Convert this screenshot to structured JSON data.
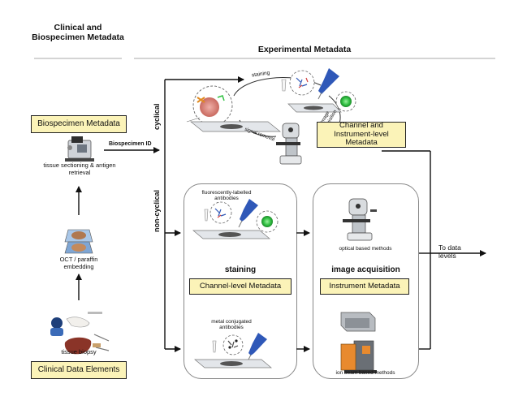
{
  "headers": {
    "clinical": "Clinical and Biospecimen Metadata",
    "experimental": "Experimental Metadata"
  },
  "left_column": {
    "biospecimen_metadata": "Biospecimen Metadata",
    "tissue_sectioning": "tissue sectioning & antigen retrieval",
    "oct_embedding": "OCT / paraffin embedding",
    "tissue_biopsy": "tissue biopsy",
    "clinical_data_elements": "Clinical Data Elements"
  },
  "arrows": {
    "biospecimen_id": "Biospecimen ID",
    "cyclical": "cyclical",
    "non_cyclical": "non-cyclical",
    "to_data_levels": "To data levels"
  },
  "cyclic": {
    "staining": "staining",
    "image_acquisition": "image acquisition",
    "signal_removal": "signal removal",
    "channel_instrument_metadata": "Channel and Instrument-level Metadata"
  },
  "staining_panel": {
    "fluorescent_antibodies": "fluorescently-labelled antibodies",
    "title": "staining",
    "channel_metadata": "Channel-level Metadata",
    "metal_antibodies": "metal conjugated antibodies"
  },
  "acquisition_panel": {
    "optical_methods": "optical based methods",
    "title": "image acquisition",
    "instrument_metadata": "Instrument Metadata",
    "ion_beam_methods": "ion beam based methods"
  },
  "colors": {
    "metadata_box_fill": "#fbf3b8",
    "tissue_pink": "#d98080",
    "fluor_green": "#34c245",
    "microscope_gray": "#9a9a9a",
    "instrument_orange": "#e88a2e",
    "pipette_blue": "#2f58b8"
  }
}
